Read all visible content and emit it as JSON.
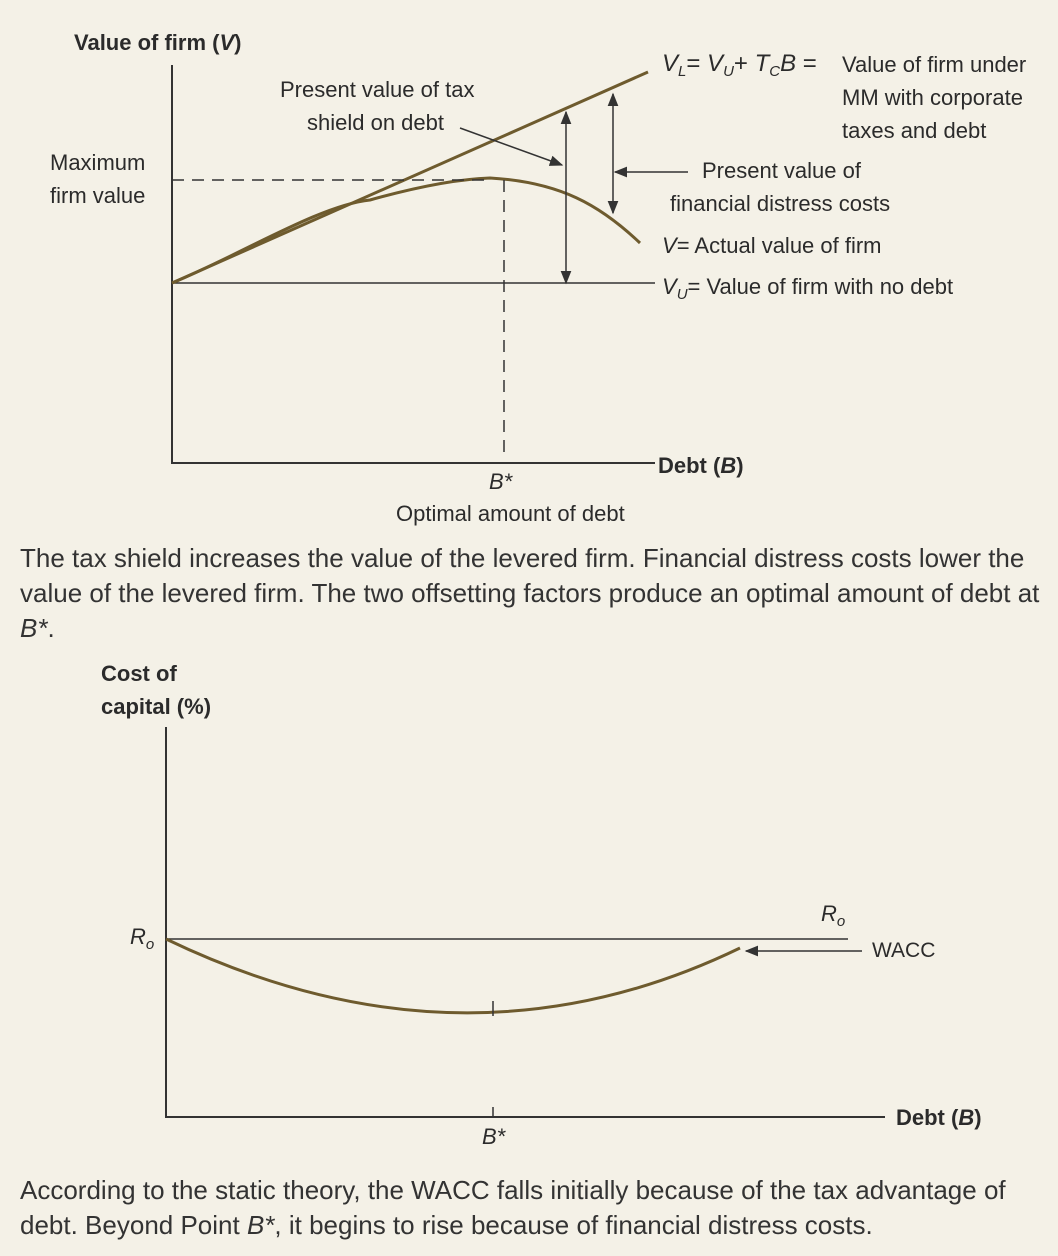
{
  "top_chart": {
    "y_axis_label_text": "Value of firm (",
    "y_axis_label_var": "V",
    "y_axis_label_close": ")",
    "max_value_line1": "Maximum",
    "max_value_line2": "firm value",
    "tax_shield_line1": "Present value of tax",
    "tax_shield_line2": "shield on debt",
    "vl": {
      "eq_v": "V",
      "eq_l": "L",
      "eq_eq1": "= ",
      "eq_vu": "V",
      "eq_u": "U",
      "eq_plus": "+ ",
      "eq_t": "T",
      "eq_c": "C",
      "eq_b": "B",
      "eq_eq2": " =",
      "line1": "Value of firm under",
      "line2": "MM with corporate",
      "line3": "taxes and debt"
    },
    "distress_line1": "Present value of",
    "distress_line2": "financial distress costs",
    "actual_var": "V",
    "actual_text": "= Actual value of firm",
    "unlevered_var": "V",
    "unlevered_sub": "U",
    "unlevered_text": "= Value of firm with no debt",
    "x_axis_label_text": "Debt (",
    "x_axis_label_var": "B",
    "x_axis_label_close": ")",
    "bstar": "B*",
    "optimal_label": "Optimal amount of debt"
  },
  "caption1_text": "The tax shield increases the value of the levered firm. Financial distress costs lower the value of the levered firm. The two offsetting factors produce an optimal amount of debt at ",
  "caption1_var": "B*",
  "caption1_end": ".",
  "bottom_chart": {
    "y_axis_line1": "Cost of",
    "y_axis_line2": "capital (%)",
    "ro_left_r": "R",
    "ro_left_sub": "o",
    "ro_right_r": "R",
    "ro_right_sub": "o",
    "wacc_label": "WACC",
    "x_axis_label_text": "Debt (",
    "x_axis_label_var": "B",
    "x_axis_label_close": ")",
    "bstar": "B*"
  },
  "caption2_text": "According to the static theory, the WACC falls initially because of the tax advantage of debt. Beyond Point ",
  "caption2_var": "B*",
  "caption2_end": ", it begins to rise because of financial distress costs.",
  "colors": {
    "curve": "#6e5b2e",
    "axis": "#333333",
    "background": "#f4f1e7"
  }
}
